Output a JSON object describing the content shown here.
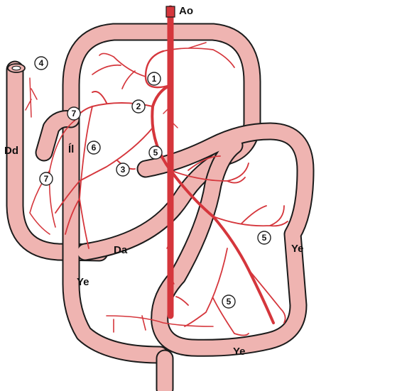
{
  "labels": {
    "aorta": "Ao",
    "duodenum": "Dd",
    "ileum": "Íl",
    "colon": "Da",
    "jejunum_left": "Ye",
    "jejunum_right": "Ye",
    "jejunum_bottom": "Ye"
  },
  "markers": {
    "m1": "1",
    "m2": "2",
    "m3": "3",
    "m4": "4",
    "m5a": "5",
    "m5b": "5",
    "m5c": "5",
    "m6": "6",
    "m7a": "7",
    "m7b": "7"
  },
  "colors": {
    "intestine_fill": "#efb4b1",
    "intestine_outline": "#1b1b1b",
    "artery": "#d5363c"
  }
}
